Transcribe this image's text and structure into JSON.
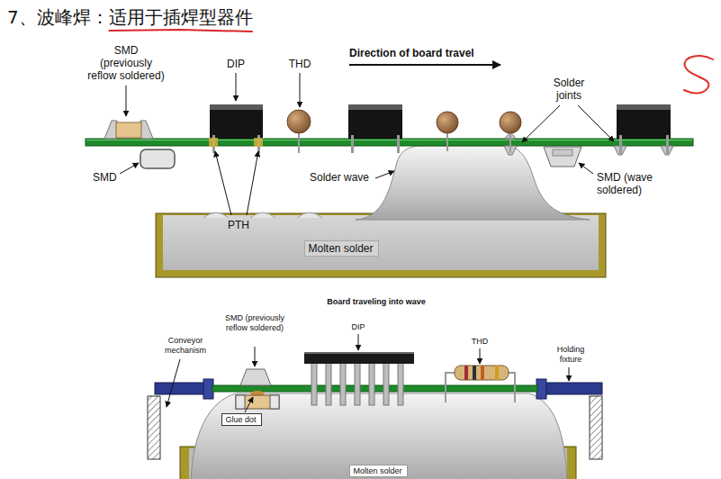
{
  "diagram": {
    "title": "7、波峰焊：适用于插焊型器件",
    "nodes": [
      {
        "text": [
          "Molten solder"
        ]
      },
      {
        "text": [
          "Glue dot"
        ]
      },
      {
        "text": [
          "Molten solder"
        ]
      }
    ],
    "labels": [
      "Direction of board travel",
      "SMD (previously reflow soldered)",
      "DIP",
      "THD",
      "Solder joints",
      "SMD",
      "PTH",
      "Solder wave",
      "SMD (wave soldered)",
      "Board traveling into wave",
      "SMD (previously reflow soldered)",
      "DIP",
      "THD",
      "Conveyor mechanism",
      "Holding fixture"
    ]
  }
}
